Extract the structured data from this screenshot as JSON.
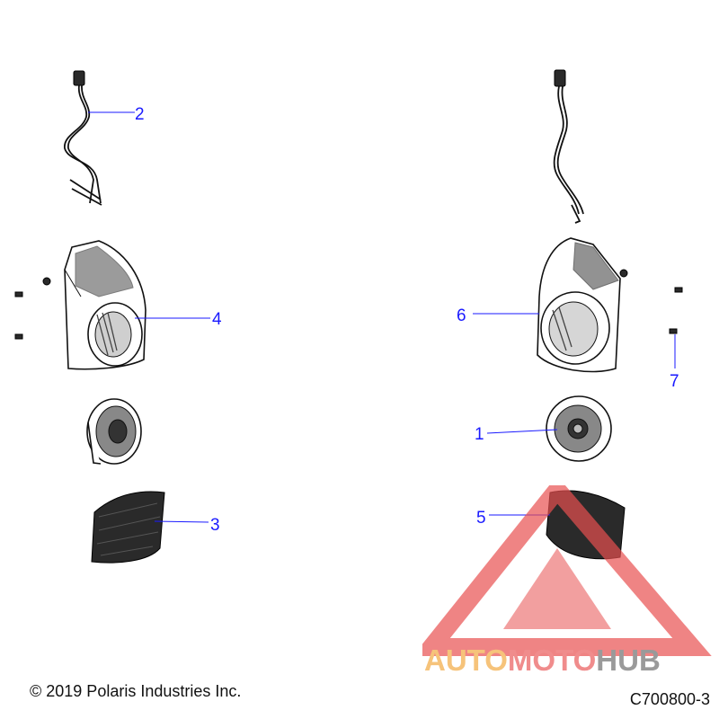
{
  "callouts": [
    {
      "id": "callout-1",
      "label": "1"
    },
    {
      "id": "callout-2",
      "label": "2"
    },
    {
      "id": "callout-3",
      "label": "3"
    },
    {
      "id": "callout-4",
      "label": "4"
    },
    {
      "id": "callout-5",
      "label": "5"
    },
    {
      "id": "callout-6",
      "label": "6"
    },
    {
      "id": "callout-7",
      "label": "7"
    }
  ],
  "footer": {
    "copyright": "© 2019 Polaris Industries Inc.",
    "diagram_code": "C700800-3"
  },
  "watermark": {
    "part1": "AUTO",
    "part2": "MOTO",
    "part3": "HUB",
    "colors": {
      "auto": "#f6c37a",
      "moto": "#f08c8c",
      "hub": "#9a9a9a",
      "triangle": "#e85050"
    }
  },
  "colors": {
    "callout": "#1a1aff"
  }
}
